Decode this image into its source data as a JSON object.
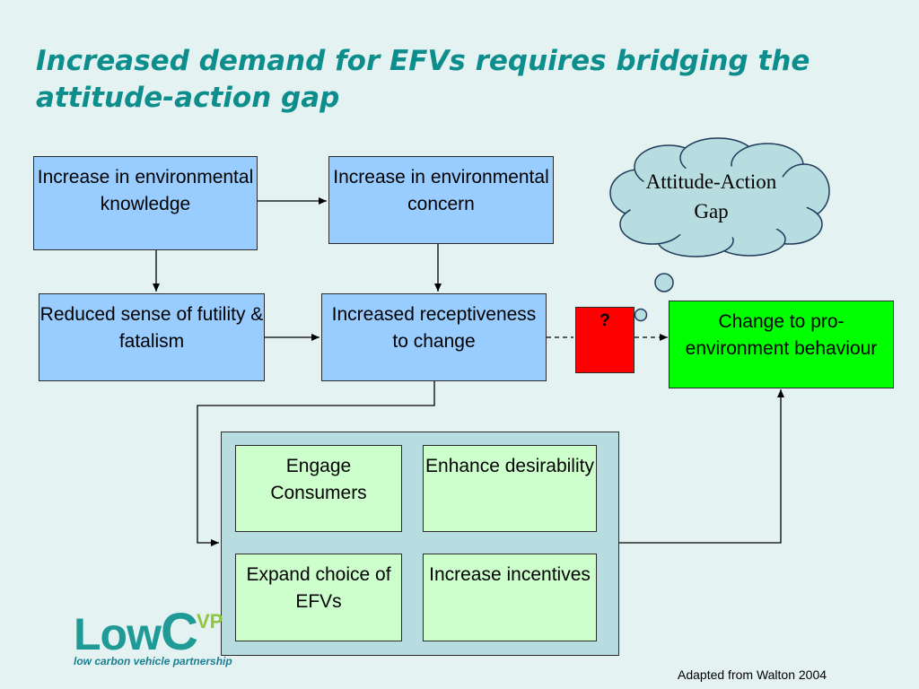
{
  "title": "Increased demand for EFVs requires bridging the attitude-action gap",
  "nodes": {
    "knowledge": "Increase in environmental knowledge",
    "concern": "Increase in environmental concern",
    "futility": "Reduced sense of futility & fatalism",
    "receptiveness": "Increased receptiveness to change",
    "behaviour": "Change to pro-environment behaviour",
    "engage": "Engage Consumers",
    "desirability": "Enhance desirability",
    "choice": "Expand choice of EFVs",
    "incentives": "Increase incentives",
    "question": "?"
  },
  "cloud": {
    "text": "Attitude-Action Gap"
  },
  "logo": {
    "name_main": "Low",
    "name_c": "C",
    "name_sup": "VP",
    "tagline": "low carbon vehicle partnership"
  },
  "credit": "Adapted from Walton 2004",
  "colors": {
    "title": "#0e8d8d",
    "blue_box": "#99ccff",
    "green_box": "#00ff00",
    "light_green_box": "#ccffcc",
    "panel": "#b7dde0",
    "question_box": "#ff0000",
    "cloud": "#b7dde0"
  }
}
